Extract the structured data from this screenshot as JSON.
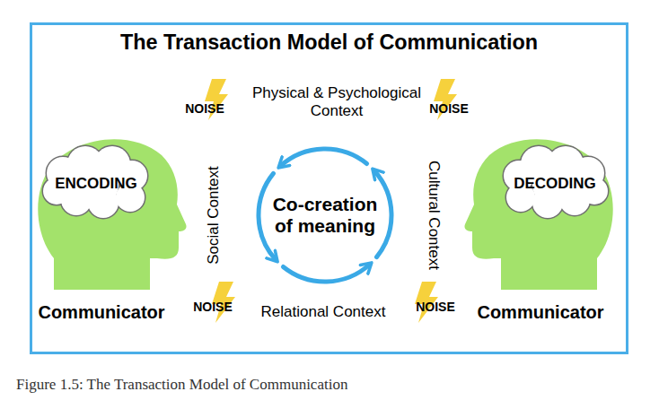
{
  "diagram": {
    "title": "The Transaction Model of Communication",
    "caption": "Figure 1.5: The Transaction Model of Communication",
    "nodes": [
      {
        "text": [
          "ENCODING",
          "Communicator"
        ]
      },
      {
        "text": [
          "Co-creation of meaning"
        ]
      },
      {
        "text": [
          "DECODING",
          "Communicator"
        ]
      }
    ],
    "labels": [
      "NOISE",
      "Physical & Psychological Context",
      "NOISE",
      "Social Context",
      "Cultural Context",
      "NOISE",
      "Relational Context",
      "NOISE"
    ]
  }
}
